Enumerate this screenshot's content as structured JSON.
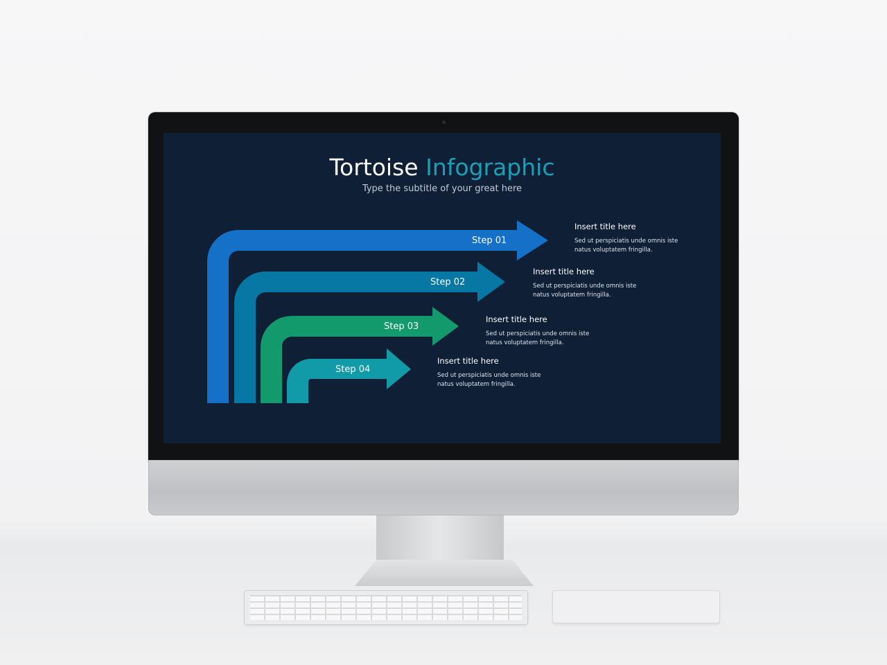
{
  "slide": {
    "title_main": "Tortoise",
    "title_accent": "Infographic",
    "subtitle": "Type the subtitle of your great here"
  },
  "colors": {
    "background": "#0e1f36",
    "accent": "#1aa0b8",
    "step1": "#1570c8",
    "step2": "#0777a4",
    "step3": "#129a6c",
    "step4": "#119aa7"
  },
  "steps": [
    {
      "label": "Step 01",
      "title": "Insert title here",
      "description": "Sed ut perspiciatis unde omnis iste natus voluptatem fringilla."
    },
    {
      "label": "Step 02",
      "title": "Insert title here",
      "description": "Sed ut perspiciatis unde omnis iste natus voluptatem fringilla."
    },
    {
      "label": "Step 03",
      "title": "Insert title here",
      "description": "Sed ut perspiciatis unde omnis iste natus voluptatem fringilla."
    },
    {
      "label": "Step 04",
      "title": "Insert title here",
      "description": "Sed ut perspiciatis unde omnis iste natus voluptatem fringilla."
    }
  ]
}
